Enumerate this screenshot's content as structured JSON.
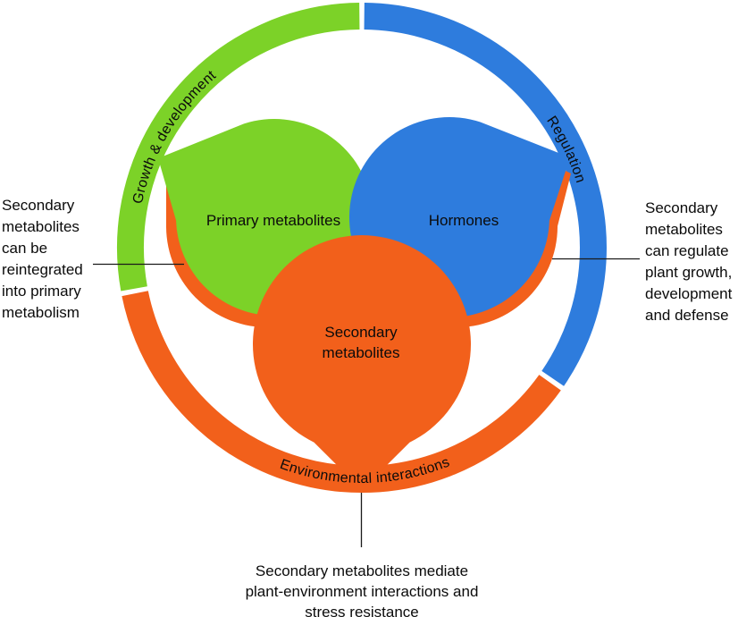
{
  "colors": {
    "green": "#7cd228",
    "blue": "#2e7cdd",
    "orange": "#f2601b"
  },
  "ring": {
    "segments": [
      {
        "id": "growth",
        "label": "Growth & development",
        "color": "#7cd228"
      },
      {
        "id": "regulation",
        "label": "Regulation",
        "color": "#2e7cdd"
      },
      {
        "id": "environment",
        "label": "Environmental interactions",
        "color": "#f2601b"
      }
    ]
  },
  "nodes": {
    "primary": {
      "label": "Primary metabolites",
      "color": "#7cd228"
    },
    "hormones": {
      "label": "Hormones",
      "color": "#2e7cdd"
    },
    "secondary": {
      "lines": [
        "Secondary",
        "metabolites"
      ],
      "color": "#f2601b"
    }
  },
  "annotations": {
    "left": {
      "lines": [
        "Secondary",
        "metabolites",
        "can be",
        "reintegrated",
        "into primary",
        "metabolism"
      ]
    },
    "right": {
      "lines": [
        "Secondary",
        "metabolites",
        "can regulate",
        "plant growth,",
        "development",
        "and defense"
      ]
    },
    "bottom": {
      "lines": [
        "Secondary metabolites mediate",
        "plant-environment interactions and",
        "stress resistance"
      ]
    }
  }
}
